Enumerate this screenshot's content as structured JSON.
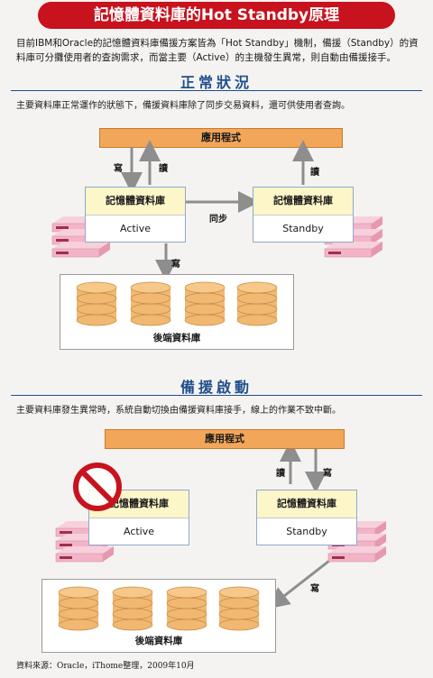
{
  "title": "記憶體資料庫的Hot Standby原理",
  "intro": "目前IBM和Oracle的記憶體資料庫備援方案皆為「Hot Standby」機制，備援（Standby）的資料庫可分攤使用者的查詢需求，而當主要（Active）的主機發生異常，則自動由備援接手。",
  "section1": {
    "title": "正常狀況",
    "description": "主要資料庫正常運作的狀態下，備援資料庫除了同步交易資料，還可供使用者查詢。",
    "app_label": "應用程式",
    "active_db": {
      "name": "記憶體資料庫",
      "role": "Active"
    },
    "standby_db": {
      "name": "記憶體資料庫",
      "role": "Standby"
    },
    "label_write": "寫",
    "label_read": "讀",
    "label_read_standby": "讀",
    "label_sync": "同步",
    "label_write_backend": "寫",
    "backend_label": "後端資料庫"
  },
  "section2": {
    "title": "備援啟動",
    "description": "主要資料庫發生異常時，系統自動切換由備援資料庫接手，線上的作業不致中斷。",
    "app_label": "應用程式",
    "active_db": {
      "name": "記憶體資料庫",
      "role": "Active"
    },
    "standby_db": {
      "name": "記憶體資料庫",
      "role": "Standby"
    },
    "label_read": "讀",
    "label_write": "寫",
    "label_write_backend": "寫",
    "backend_label": "後端資料庫"
  },
  "source": "資料來源：Oracle，iThome整理，2009年10月",
  "colors": {
    "title_red": "#c8121d",
    "section_blue": "#1f4f8c",
    "app_orange": "#f2a65a",
    "db_yellow": "#fdf6c9",
    "cylinder": "#f0b872",
    "server_pink": "#f4b4c8",
    "arrow_gray": "#8e8e8e",
    "no_sign": "#c8121d"
  }
}
